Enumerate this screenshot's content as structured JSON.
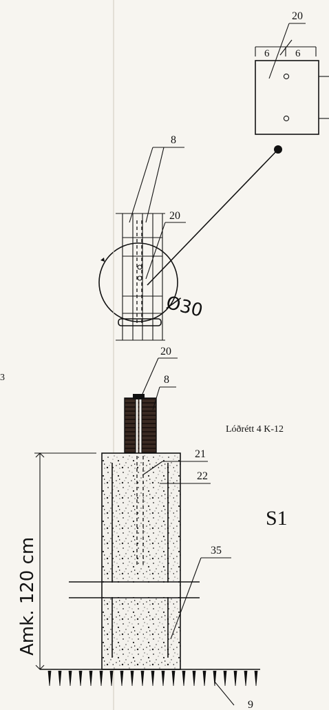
{
  "detail_plate": {
    "label": "20",
    "dim_left": "6",
    "dim_right": "6"
  },
  "post_detail": {
    "label_rebar": "8",
    "label_plate": "20",
    "diameter": "Ø30"
  },
  "foundation": {
    "label_plate": "20",
    "label_rebar": "8",
    "label_21": "21",
    "label_22": "22",
    "label_35": "35",
    "label_ground": "9",
    "height_text": "Amk. 120 cm",
    "note": "Lóðrétt 4 K-12",
    "section_code": "S1",
    "edge_mark": "3"
  }
}
